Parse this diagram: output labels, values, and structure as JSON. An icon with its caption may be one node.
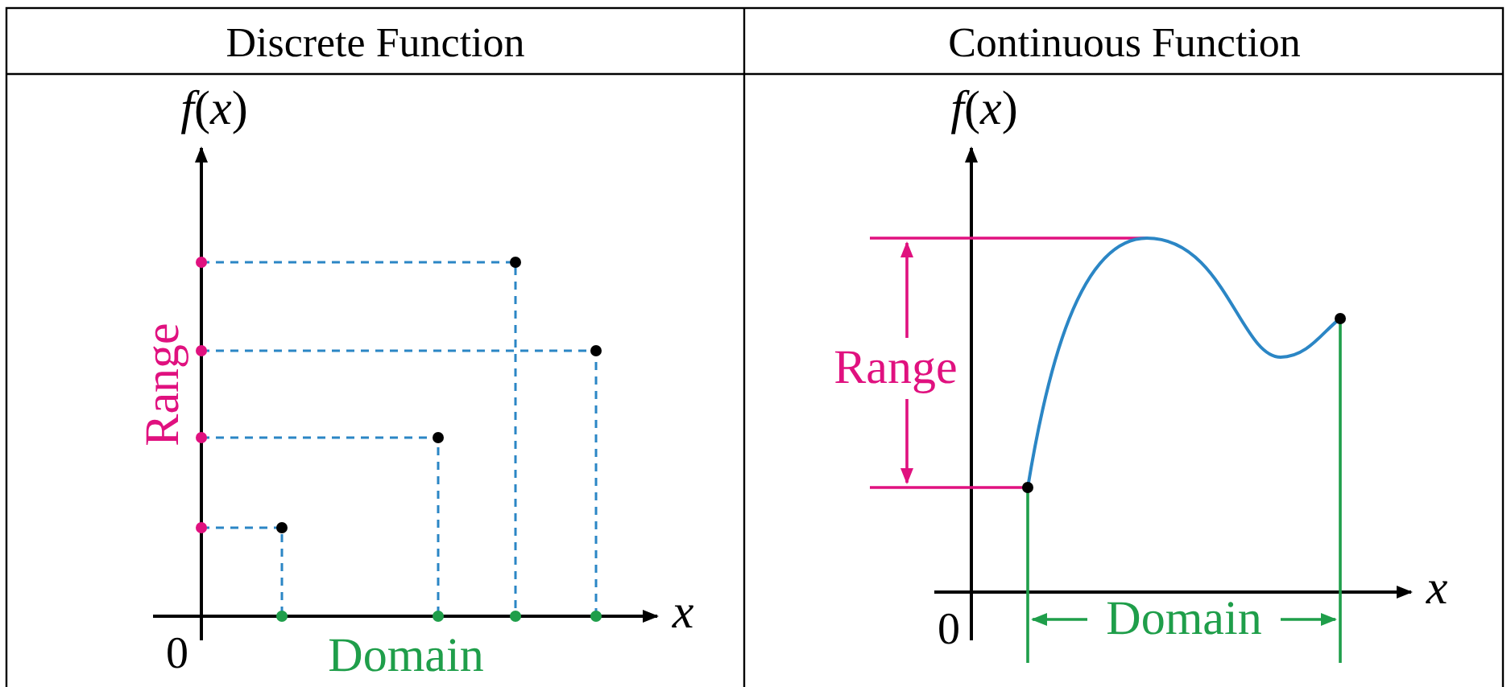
{
  "diagram": {
    "labels": [
      "Discrete Function",
      "Continuous Function",
      "*f*(*x*)",
      "Range",
      "0",
      "Domain",
      "*x*",
      "*f*(*x*)",
      "Range",
      "0",
      "Domain",
      "*x*"
    ]
  }
}
